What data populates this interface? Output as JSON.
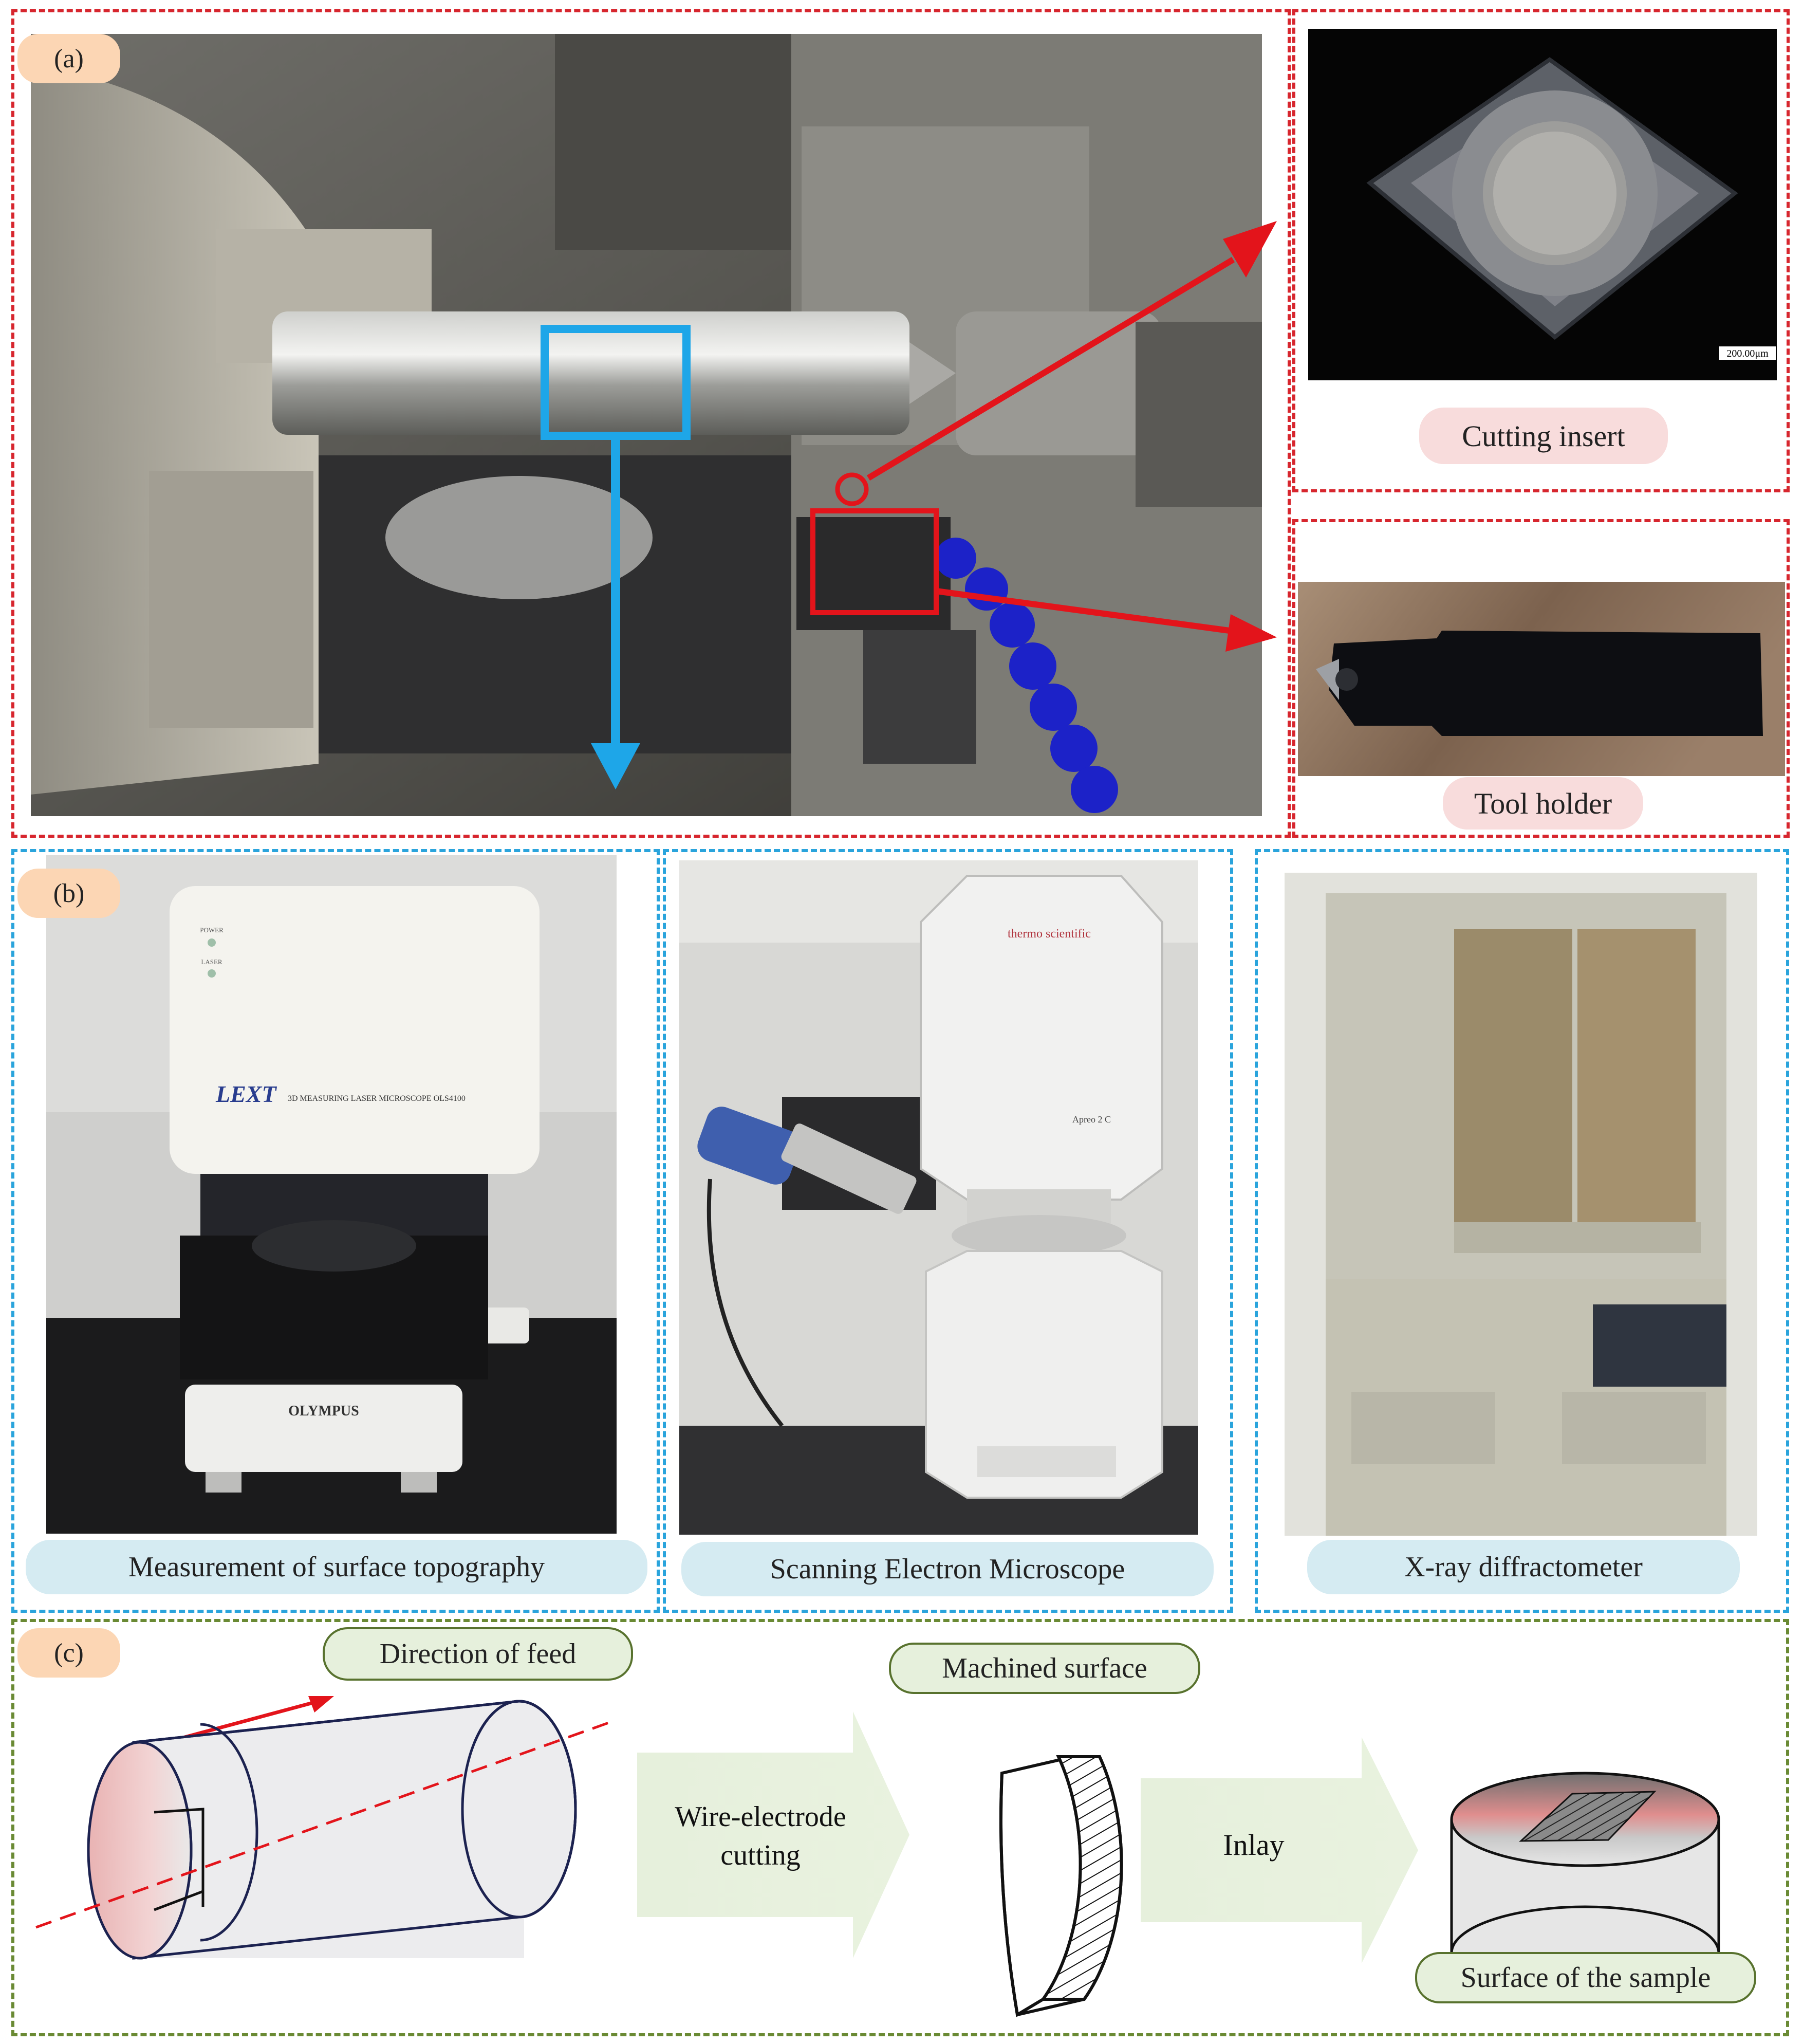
{
  "panel_a": {
    "tag": "(a)",
    "insert_label": "Cutting insert",
    "insert_scale": "200.00μm",
    "holder_label": "Tool holder"
  },
  "panel_b": {
    "tag": "(b)",
    "instruments": [
      {
        "label": "Measurement of surface topography",
        "device_text": "LEXT",
        "device_sub": "3D MEASURING LASER MICROSCOPE OLS4100",
        "brand": "OLYMPUS",
        "power": "POWER",
        "laser": "LASER"
      },
      {
        "label": "Scanning Electron Microscope",
        "brand": "thermo scientific",
        "model": "Apreo 2 C"
      },
      {
        "label": "X-ray diffractometer"
      }
    ]
  },
  "panel_c": {
    "tag": "(c)",
    "feed_label": "Direction of feed",
    "step1_label": "Wire-electrode\ncutting",
    "machined_label": "Machined surface",
    "step2_label": "Inlay",
    "sample_label": "Surface of the sample"
  },
  "colors": {
    "panel_a_border": "#d7262e",
    "panel_b_border": "#2aa4dc",
    "panel_c_border": "#6a8a34",
    "highlight_blue": "#1ea6e8",
    "highlight_red": "#e3141b"
  }
}
